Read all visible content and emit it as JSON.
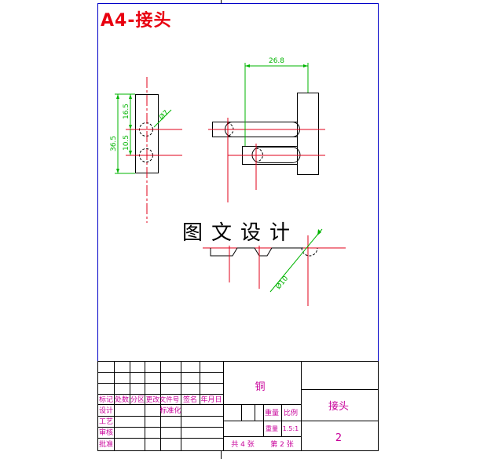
{
  "sheet": {
    "title": "A4-接头",
    "watermark": "图文设计"
  },
  "dimensions": {
    "width_top": "26.8",
    "height_total": "36.5",
    "height_upper": "16.5",
    "height_lower": "10.5",
    "hole_dia": "Ø7",
    "arc_dia": "Ø10"
  },
  "title_block": {
    "material": "铜",
    "part_name": "接头",
    "headers": {
      "mark": "标记",
      "count": "处数",
      "zone": "分区",
      "change_doc": "更改文件号",
      "signature": "签名",
      "date": "年月日",
      "design": "设计",
      "standardize": "标准化",
      "process": "工艺",
      "review": "审核",
      "approve": "批准",
      "weight": "重量",
      "scale": "比例"
    },
    "weight_value": "重量",
    "scale_value": "1.5:1",
    "sheets_total": "共 4 张",
    "sheet_number": "第 2 张",
    "drawing_number": "2"
  },
  "colors": {
    "title_red": "#e8000f",
    "center_red": "#e0001a",
    "dim_green": "#00b400",
    "label_magenta": "#c8009a",
    "outline": "#000000",
    "frame_blue": "#0000c8"
  }
}
